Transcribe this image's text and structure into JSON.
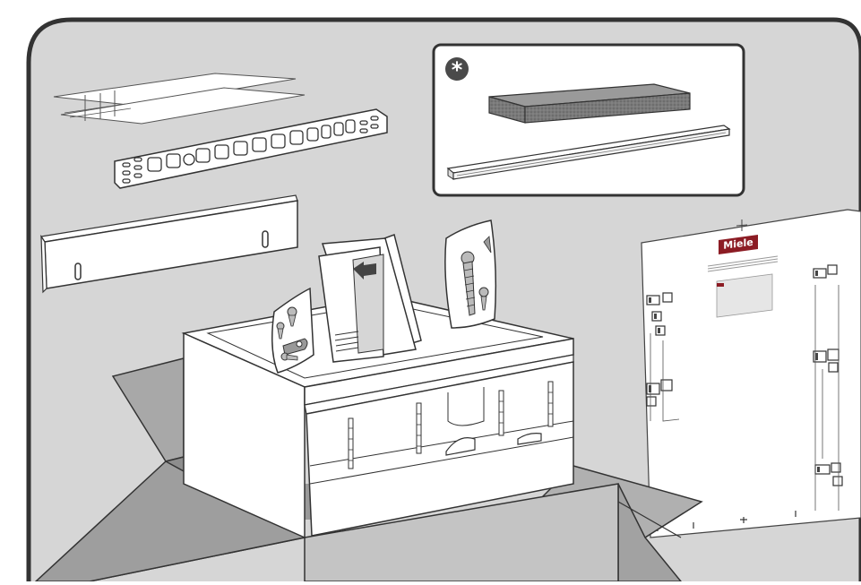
{
  "brand": {
    "name": "Miele"
  },
  "inset": {
    "marker_symbol": "*"
  },
  "colors": {
    "background": "#d6d6d6",
    "panel_outline": "#333333",
    "brand_red": "#8c1c24",
    "foam": "#6e6e6e"
  },
  "icons": {
    "asterisk_badge": "optional-accessory-marker-icon",
    "box": "shipping-carton",
    "appliance": "warming-drawer-unit"
  }
}
